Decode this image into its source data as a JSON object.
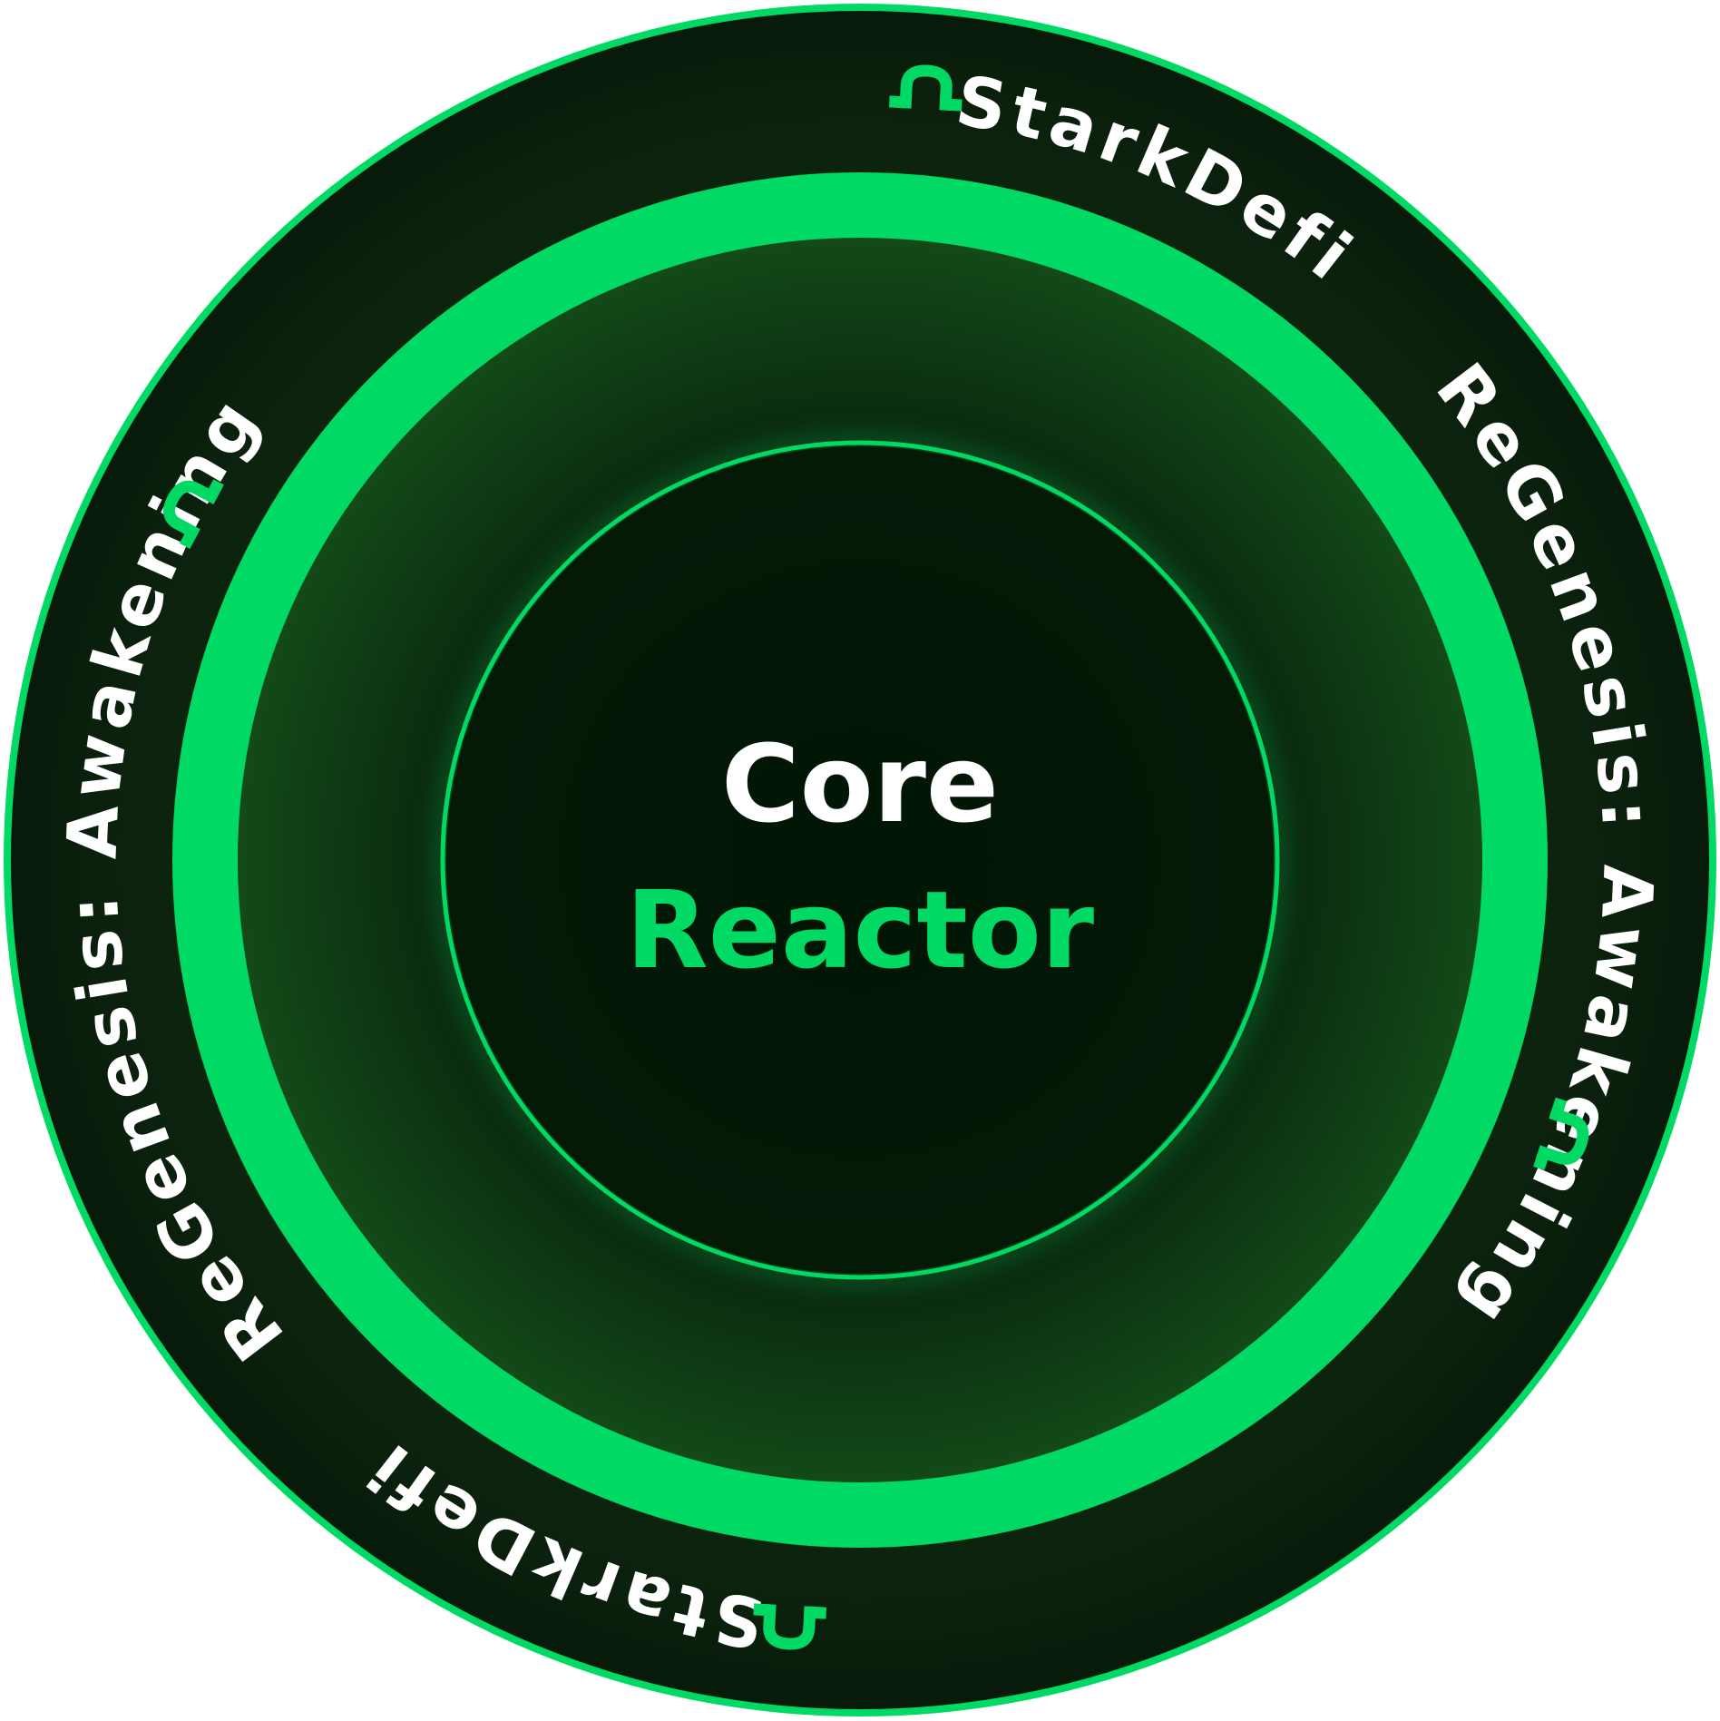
{
  "badge": {
    "ring_segments": [
      "StarkDefi",
      "ReGenesis: Awakening",
      "StarkDefi",
      "ReGenesis: Awakening"
    ],
    "center_title": "Core",
    "center_subtitle": "Reactor",
    "colors": {
      "accent_green": "#00d964",
      "dark_green": "#0a1f0c",
      "deep_green": "#041a07",
      "text_white": "#ffffff"
    },
    "icon": "starkdefi-logo-icon"
  }
}
